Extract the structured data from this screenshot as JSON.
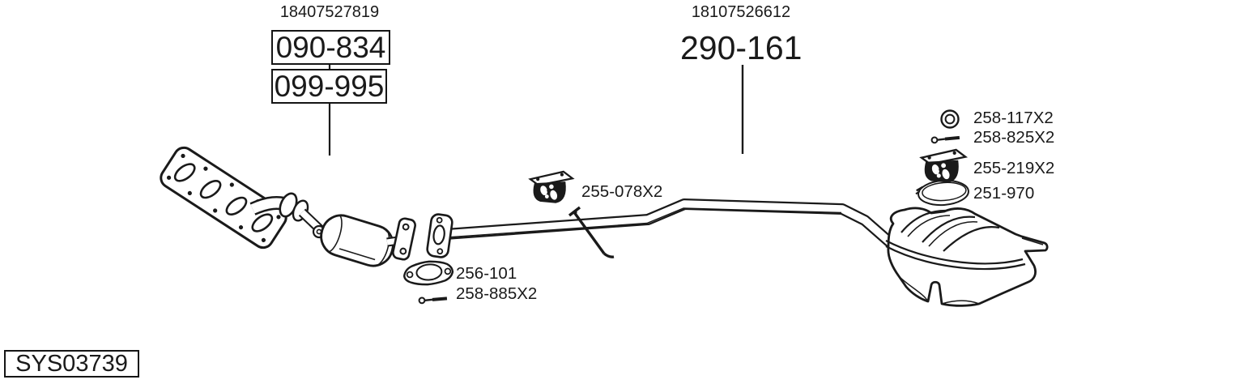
{
  "page": {
    "background": "#ffffff",
    "ink": "#1a1a1a"
  },
  "front_section": {
    "oe_number": "18407527819",
    "part_numbers": [
      "090-834",
      "099-995"
    ]
  },
  "center_section": {
    "oe_number": "18107526612",
    "part_number": "290-161"
  },
  "callouts": {
    "mid_hanger": {
      "label": "255-078X2",
      "icon": "exhaust-hanger-icon"
    },
    "front_gasket": {
      "label": "256-101",
      "icon": "gasket-icon"
    },
    "front_bolt": {
      "label": "258-885X2",
      "icon": "bolt-icon"
    },
    "rear_washer": {
      "label": "258-117X2",
      "icon": "washer-icon"
    },
    "rear_bolt": {
      "label": "258-825X2",
      "icon": "bolt-icon"
    },
    "rear_hanger": {
      "label": "255-219X2",
      "icon": "exhaust-hanger-icon"
    },
    "rear_clamp": {
      "label": "251-970",
      "icon": "band-clamp-icon"
    }
  },
  "system_code": "SYS03739"
}
